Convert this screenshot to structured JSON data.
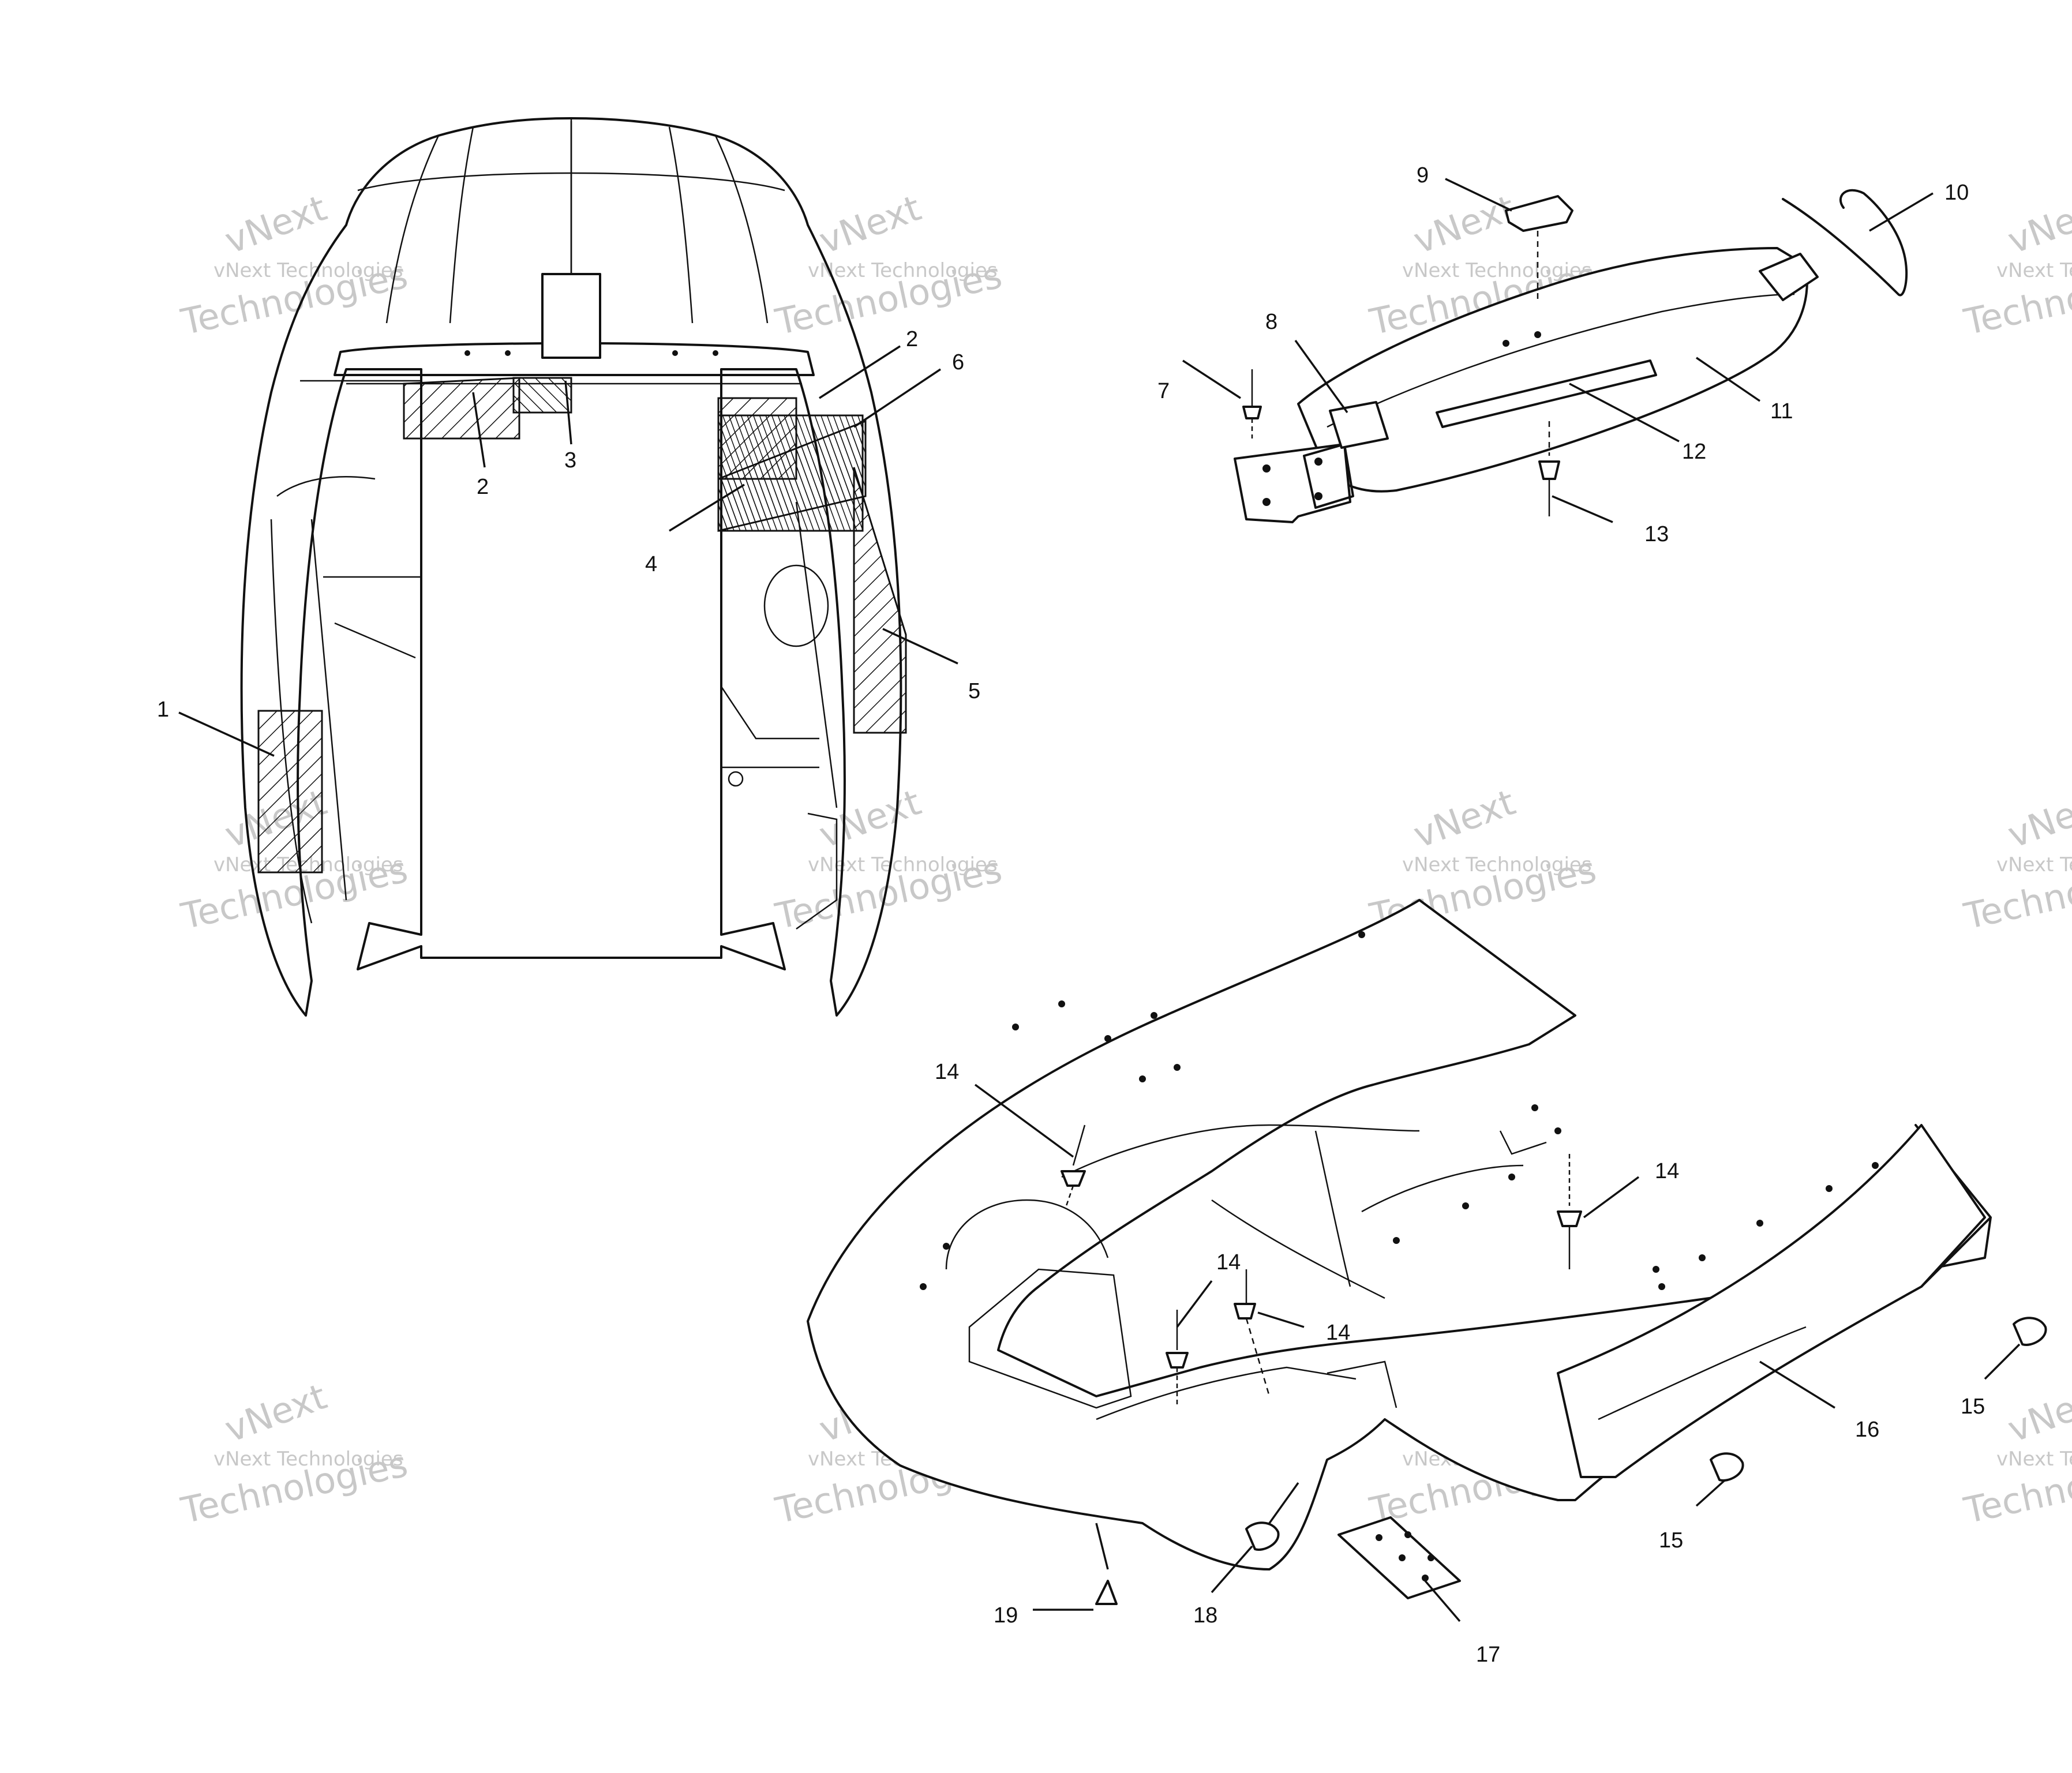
{
  "watermark": {
    "line1": "vNext",
    "line2": "vNext Technologies",
    "line3": "Technologies"
  },
  "callouts": [
    {
      "id": "1",
      "text": "1"
    },
    {
      "id": "2a",
      "text": "2"
    },
    {
      "id": "2b",
      "text": "2"
    },
    {
      "id": "3",
      "text": "3"
    },
    {
      "id": "4",
      "text": "4"
    },
    {
      "id": "5",
      "text": "5"
    },
    {
      "id": "6",
      "text": "6"
    },
    {
      "id": "7",
      "text": "7"
    },
    {
      "id": "8",
      "text": "8"
    },
    {
      "id": "9",
      "text": "9"
    },
    {
      "id": "10",
      "text": "10"
    },
    {
      "id": "11",
      "text": "11"
    },
    {
      "id": "12",
      "text": "12"
    },
    {
      "id": "13",
      "text": "13"
    },
    {
      "id": "14a",
      "text": "14"
    },
    {
      "id": "14b",
      "text": "14"
    },
    {
      "id": "14c",
      "text": "14"
    },
    {
      "id": "14d",
      "text": "14"
    },
    {
      "id": "15a",
      "text": "15"
    },
    {
      "id": "15b",
      "text": "15"
    },
    {
      "id": "16",
      "text": "16"
    },
    {
      "id": "17",
      "text": "17"
    },
    {
      "id": "18",
      "text": "18"
    },
    {
      "id": "19",
      "text": "19"
    }
  ],
  "colors": {
    "line": "#111111",
    "background": "#ffffff",
    "watermark": "#c8c8c8"
  }
}
